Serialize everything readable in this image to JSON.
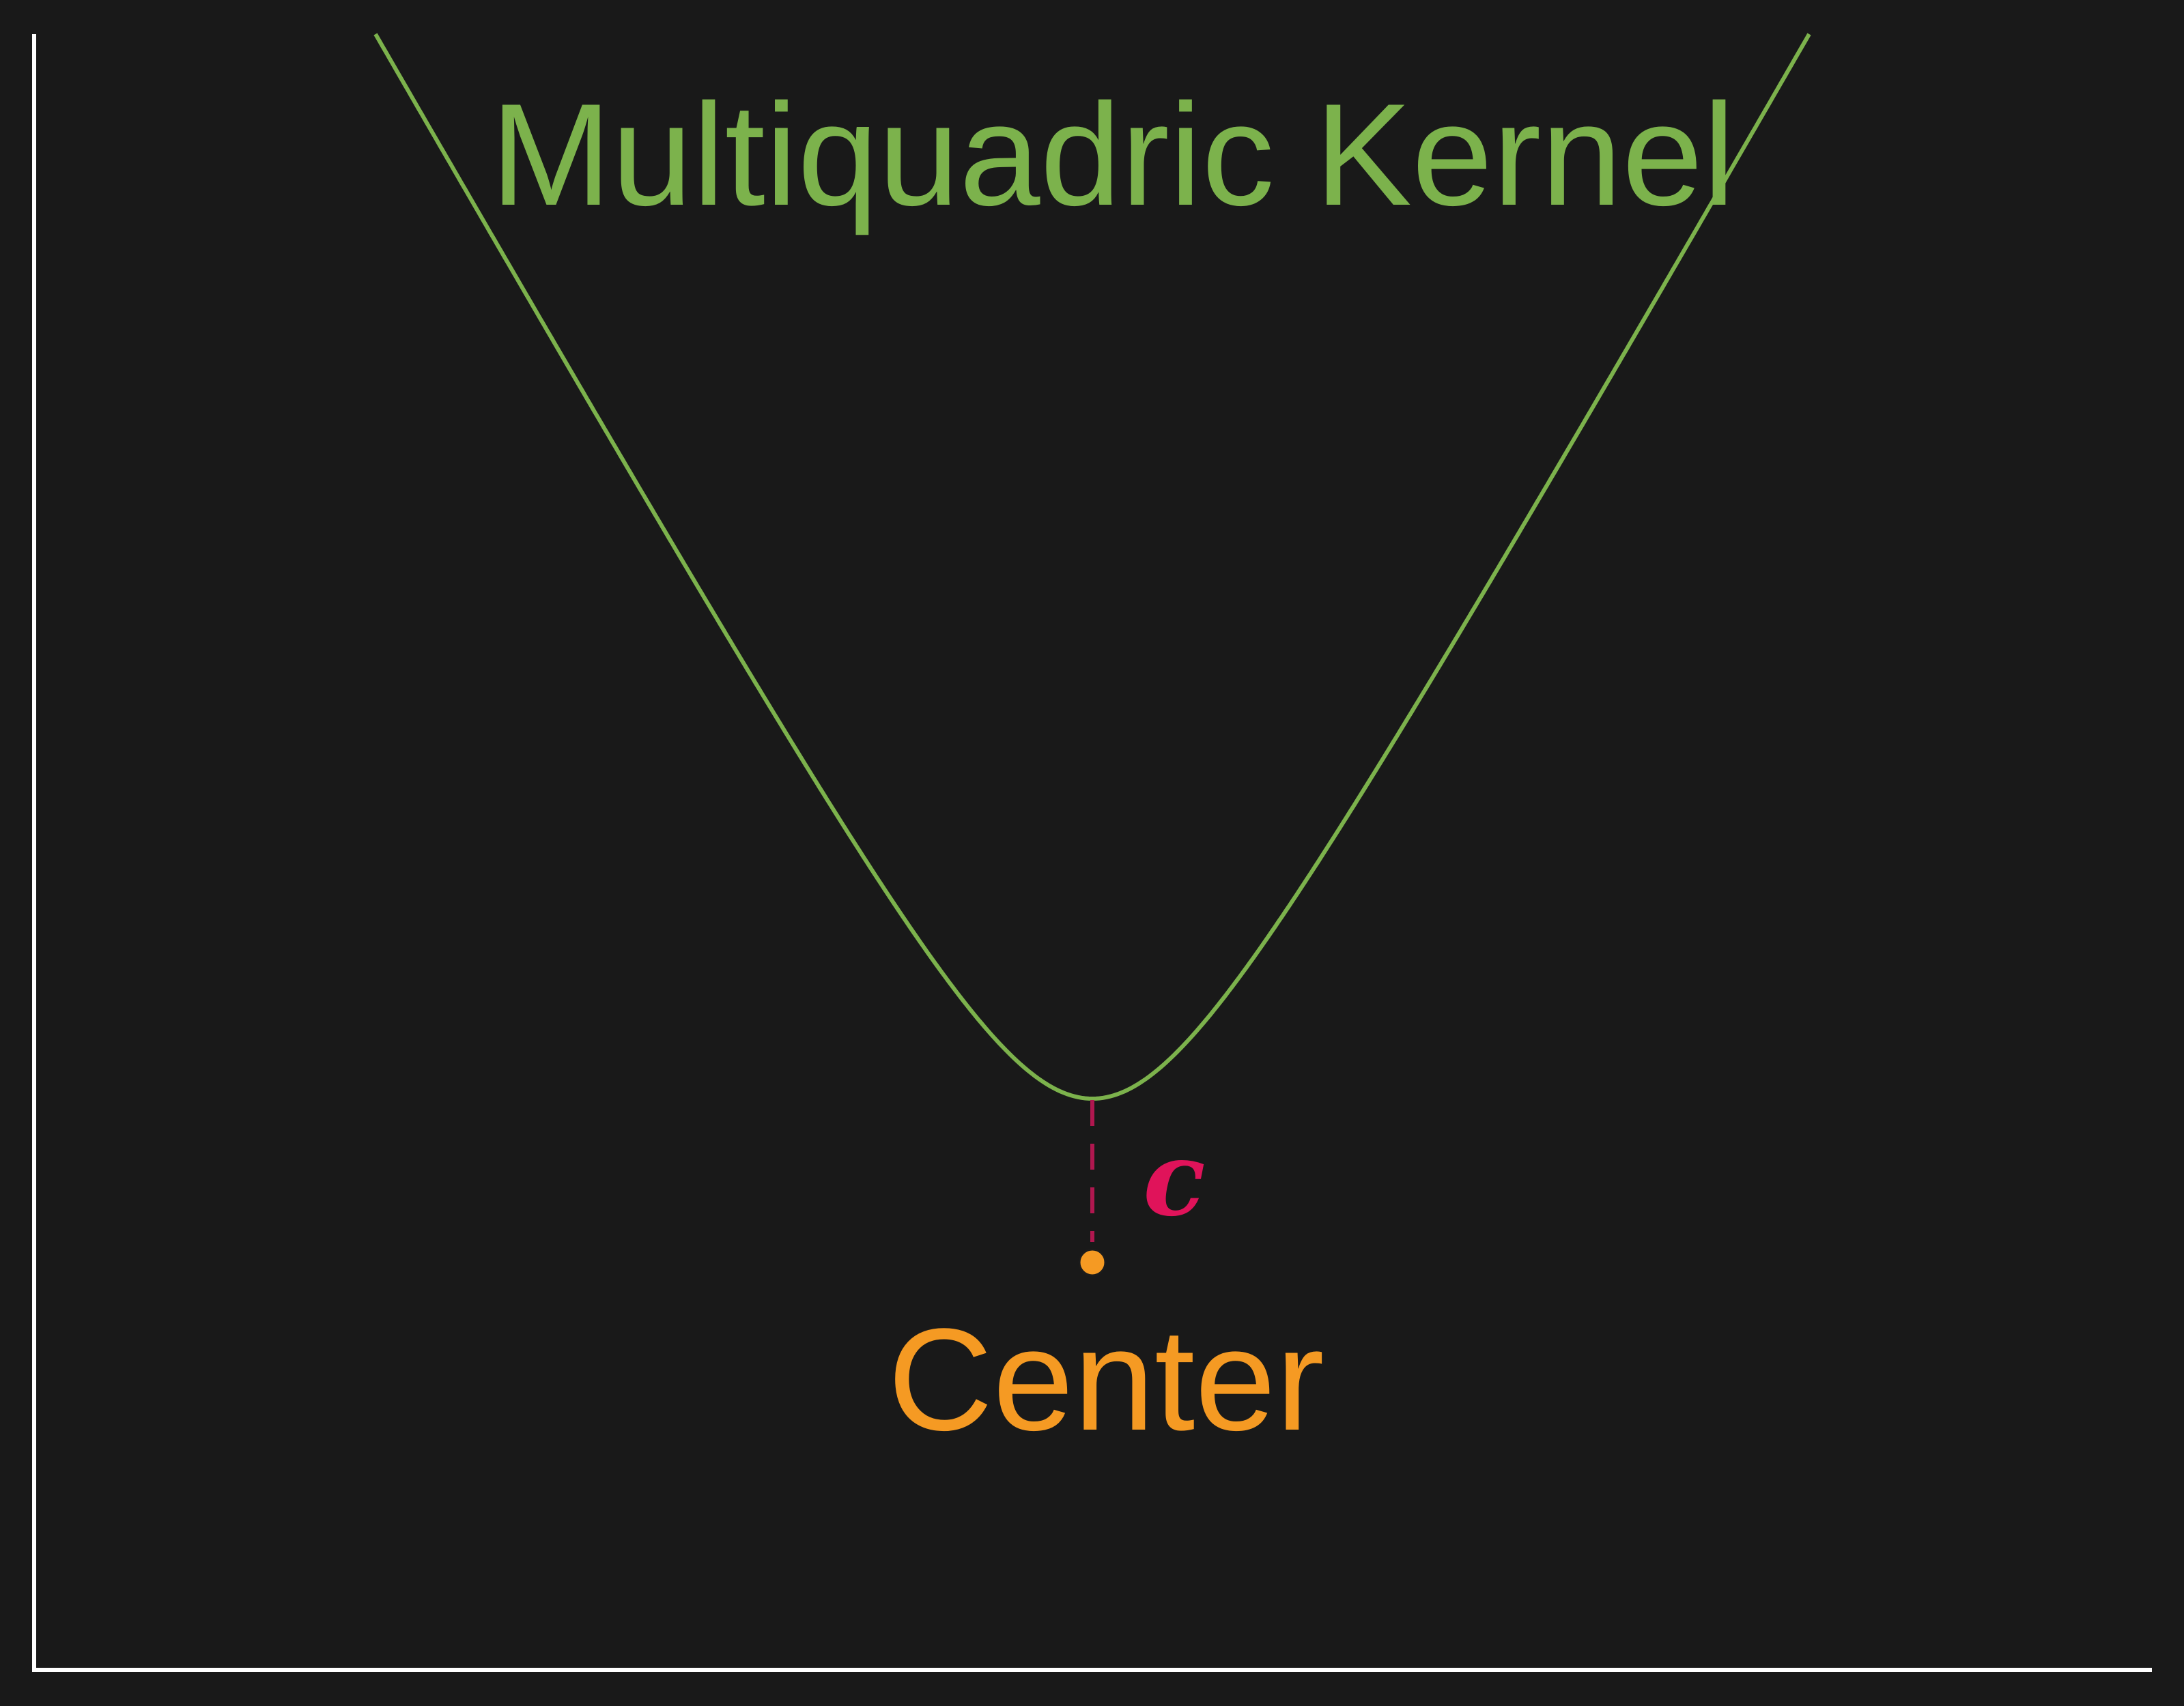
{
  "diagram": {
    "title": "Multiquadric Kernel",
    "center_label": "Center",
    "offset_label": "c",
    "colors": {
      "background": "#191919",
      "axes": "#ffffff",
      "kernel": "#7cb24c",
      "center": "#f59a23",
      "offset": "#e0135a",
      "offset_dash": "#b0174f"
    }
  }
}
